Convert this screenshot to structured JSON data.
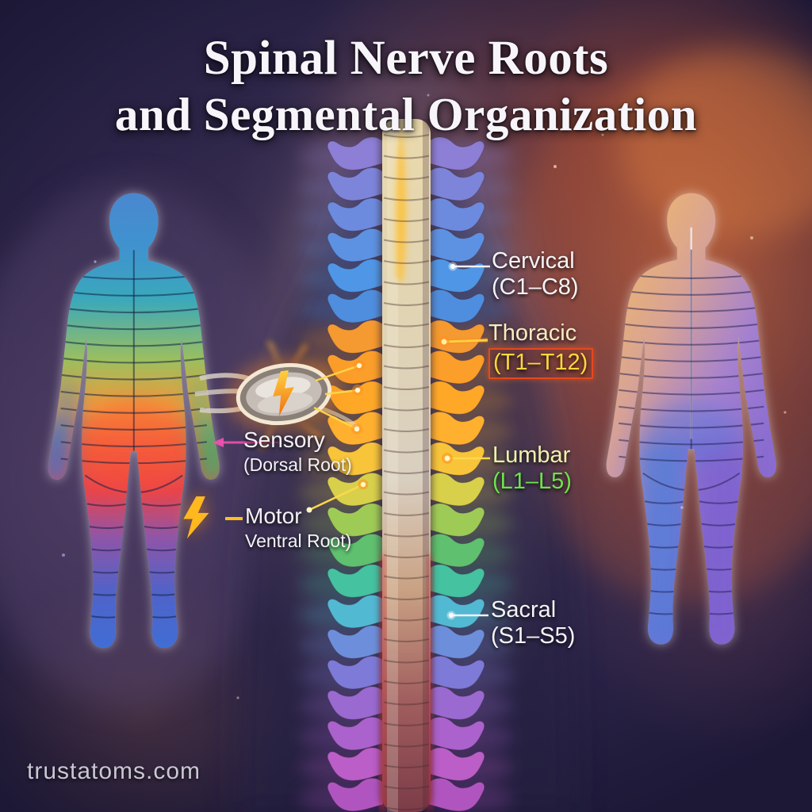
{
  "title": {
    "line1": "Spinal Nerve Roots",
    "line2": "and Segmental Organization"
  },
  "watermark": {
    "text": "trustatoms.com"
  },
  "region_labels": [
    {
      "name": "Cervical",
      "range": "(C1–C8)"
    },
    {
      "name": "Thoracic",
      "range": "(T1–T12)"
    },
    {
      "name": "Lumbar",
      "range": "(L1–L5)"
    },
    {
      "name": "Sacral",
      "range": "(S1–S5)"
    }
  ],
  "annotations": {
    "sensory": {
      "label": "Sensory",
      "sublabel": "(Dorsal Root)"
    },
    "motor": {
      "label": "Motor",
      "sublabel": "Ventral Root)"
    }
  },
  "icons": {
    "motor_icon": "lightning-bolt",
    "ganglion_icon": "lightning-bolt"
  },
  "colors": {
    "background": "#181532",
    "title_text": "#f7f5f9",
    "label_white": "#f5f3f7",
    "thoracic_name": "#f7ecc0",
    "thoracic_range": "#ffd83a",
    "thoracic_box": "#e8481c",
    "lumbar_name": "#eef2ac",
    "lumbar_range": "#6ee24c",
    "leader_yellow": "#ffd84a",
    "leader_white": "#f2f0f5",
    "sensory_arrow": "#f050b0",
    "bolt_yellow": "#ffb81e",
    "watermark": "#c9c7d4"
  },
  "spine": {
    "root_colors": [
      "#8d7fd6",
      "#7d85da",
      "#6d8bde",
      "#5d92e2",
      "#4f97e6",
      "#4f8ede",
      "#f59a30",
      "#fb9e2a",
      "#ffa827",
      "#ffb02f",
      "#f8c43a",
      "#d8d04a",
      "#9ecb56",
      "#5fc06f",
      "#45c2a0",
      "#52b9d3",
      "#6d8fdb",
      "#7e7ad8",
      "#9a6ad0",
      "#ab62cd",
      "#bb5ec8",
      "#b055c0"
    ]
  }
}
